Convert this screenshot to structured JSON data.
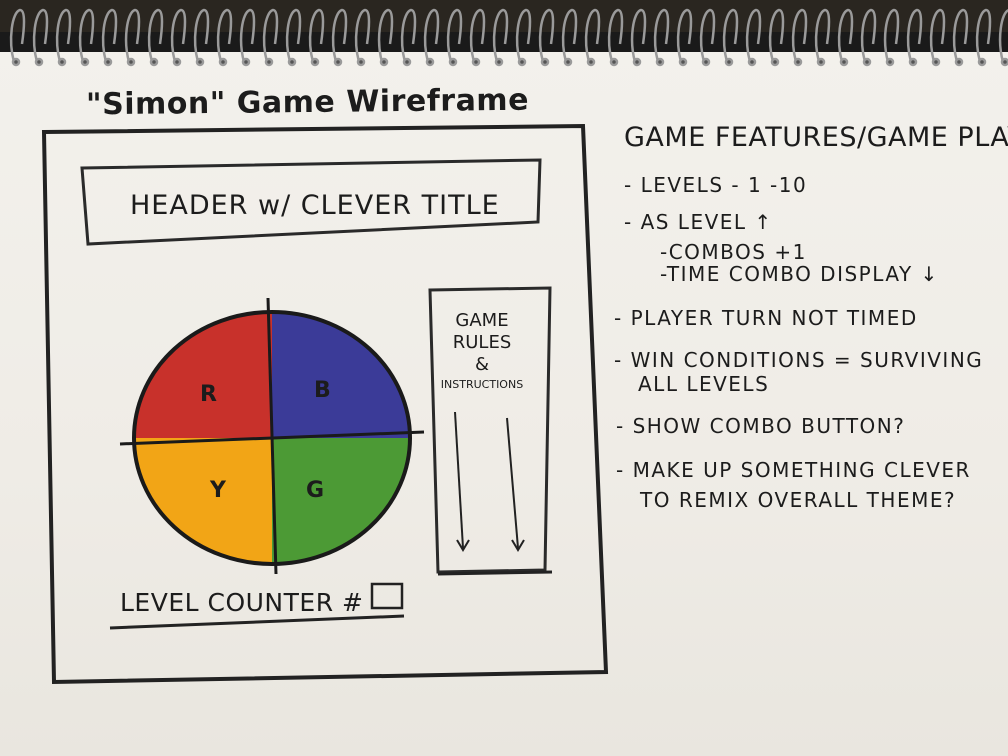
{
  "page_title": "\"Simon\" Game Wireframe",
  "wireframe": {
    "header_label": "HEADER w/ CLEVER TITLE",
    "game_board": {
      "quadrants": [
        {
          "label": "R",
          "color": "#c8312b"
        },
        {
          "label": "B",
          "color": "#3b3b98"
        },
        {
          "label": "Y",
          "color": "#f2a516"
        },
        {
          "label": "G",
          "color": "#4c9a35"
        }
      ]
    },
    "rules_panel": {
      "line1": "GAME",
      "line2": "RULES",
      "line3": "&",
      "line4": "INSTRUCTIONS"
    },
    "level_counter": "LEVEL COUNTER #"
  },
  "notes": {
    "title": "GAME FEATURES/GAME PLAY",
    "items": [
      "- LEVELS - 1 -10",
      "- AS LEVEL ↑",
      "-COMBOS +1",
      "-TIME COMBO DISPLAY ↓",
      "- PLAYER TURN NOT TIMED",
      "- WIN CONDITIONS = SURVIVING",
      "ALL LEVELS",
      "- SHOW COMBO BUTTON?",
      "- MAKE UP SOMETHING CLEVER",
      "TO REMIX OVERALL THEME?"
    ]
  }
}
